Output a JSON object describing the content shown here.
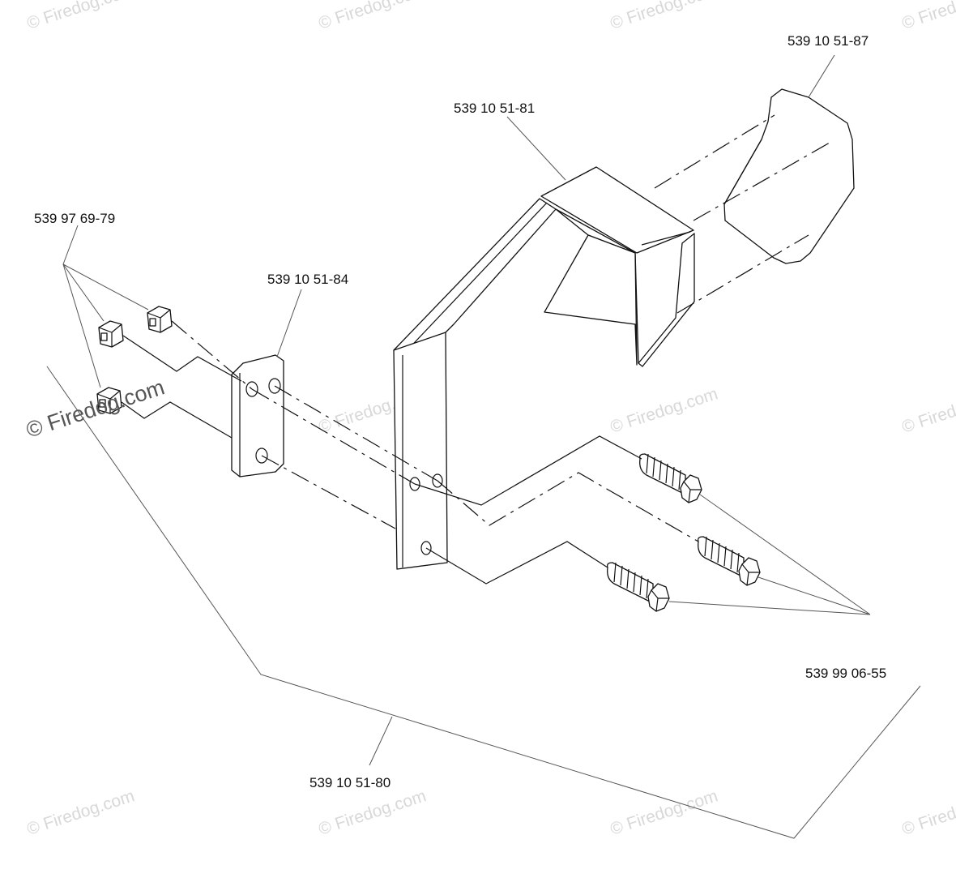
{
  "diagram": {
    "part_labels": {
      "p87": "539 10 51-87",
      "p81": "539 10 51-81",
      "p79": "539 97 69-79",
      "p84": "539 10 51-84",
      "p55": "539 99 06-55",
      "p80": "539 10 51-80"
    },
    "watermark": {
      "text": "© Firedog.com"
    }
  }
}
